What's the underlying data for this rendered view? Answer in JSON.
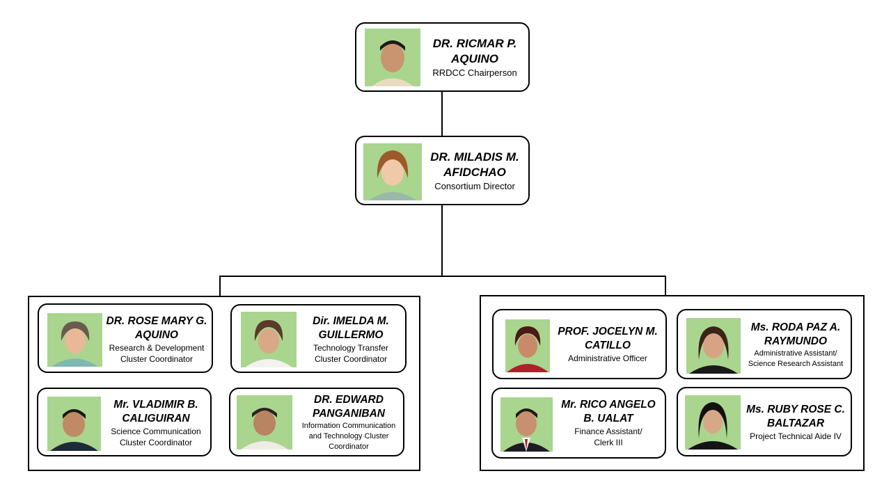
{
  "photo_bg": "#a9d58e",
  "chairperson": {
    "name_lines": [
      "DR. RICMAR P.",
      "AQUINO"
    ],
    "role_lines": [
      "RRDCC Chairperson"
    ]
  },
  "director": {
    "name_lines": [
      "DR. MILADIS M.",
      "AFIDCHAO"
    ],
    "role_lines": [
      "Consortium Director"
    ]
  },
  "left_group": [
    {
      "name_lines": [
        "DR. ROSE MARY G.",
        "AQUINO"
      ],
      "role_lines": [
        "Research & Development",
        "Cluster Coordinator"
      ]
    },
    {
      "name_lines": [
        "Dir. IMELDA M.",
        "GUILLERMO"
      ],
      "role_lines": [
        "Technology Transfer",
        "Cluster Coordinator"
      ]
    },
    {
      "name_lines": [
        "Mr. VLADIMIR B.",
        "CALIGUIRAN"
      ],
      "role_lines": [
        "Science Communication",
        "Cluster Coordinator"
      ]
    },
    {
      "name_lines": [
        "DR. EDWARD",
        "PANGANIBAN"
      ],
      "role_lines": [
        "Information Communication",
        "and Technology Cluster",
        "Coordinator"
      ]
    }
  ],
  "right_group": [
    {
      "name_lines": [
        "PROF. JOCELYN M.",
        "CATILLO"
      ],
      "role_lines": [
        "Administrative Officer"
      ]
    },
    {
      "name_lines": [
        "Ms. RODA PAZ A.",
        "RAYMUNDO"
      ],
      "role_lines": [
        "Administrative Assistant/",
        "Science Research Assistant"
      ]
    },
    {
      "name_lines": [
        "Mr. RICO ANGELO",
        "B. UALAT"
      ],
      "role_lines": [
        "Finance Assistant/",
        "Clerk III"
      ]
    },
    {
      "name_lines": [
        "Ms. RUBY ROSE C.",
        "BALTAZAR"
      ],
      "role_lines": [
        "Project Technical Aide IV"
      ]
    }
  ]
}
